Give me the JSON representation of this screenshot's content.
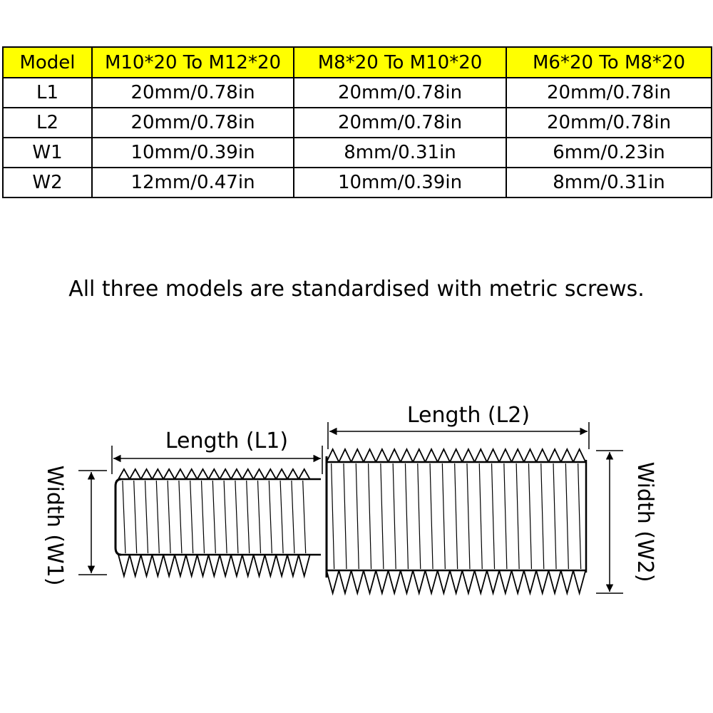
{
  "table": {
    "header": [
      "Model",
      "M10*20 To M12*20",
      "M8*20 To M10*20",
      "M6*20 To M8*20"
    ],
    "rows": [
      [
        "L1",
        "20mm/0.78in",
        "20mm/0.78in",
        "20mm/0.78in"
      ],
      [
        "L2",
        "20mm/0.78in",
        "20mm/0.78in",
        "20mm/0.78in"
      ],
      [
        "W1",
        "10mm/0.39in",
        "8mm/0.31in",
        "6mm/0.23in"
      ],
      [
        "W2",
        "12mm/0.47in",
        "10mm/0.39in",
        "8mm/0.31in"
      ]
    ],
    "header_bg": "#ffff00"
  },
  "caption": "All three models are standardised with metric screws.",
  "diagram": {
    "label_l1": "Length (L1)",
    "label_l2": "Length (L2)",
    "label_w1": "Width (W1)",
    "label_w2": "Width (W2)"
  }
}
